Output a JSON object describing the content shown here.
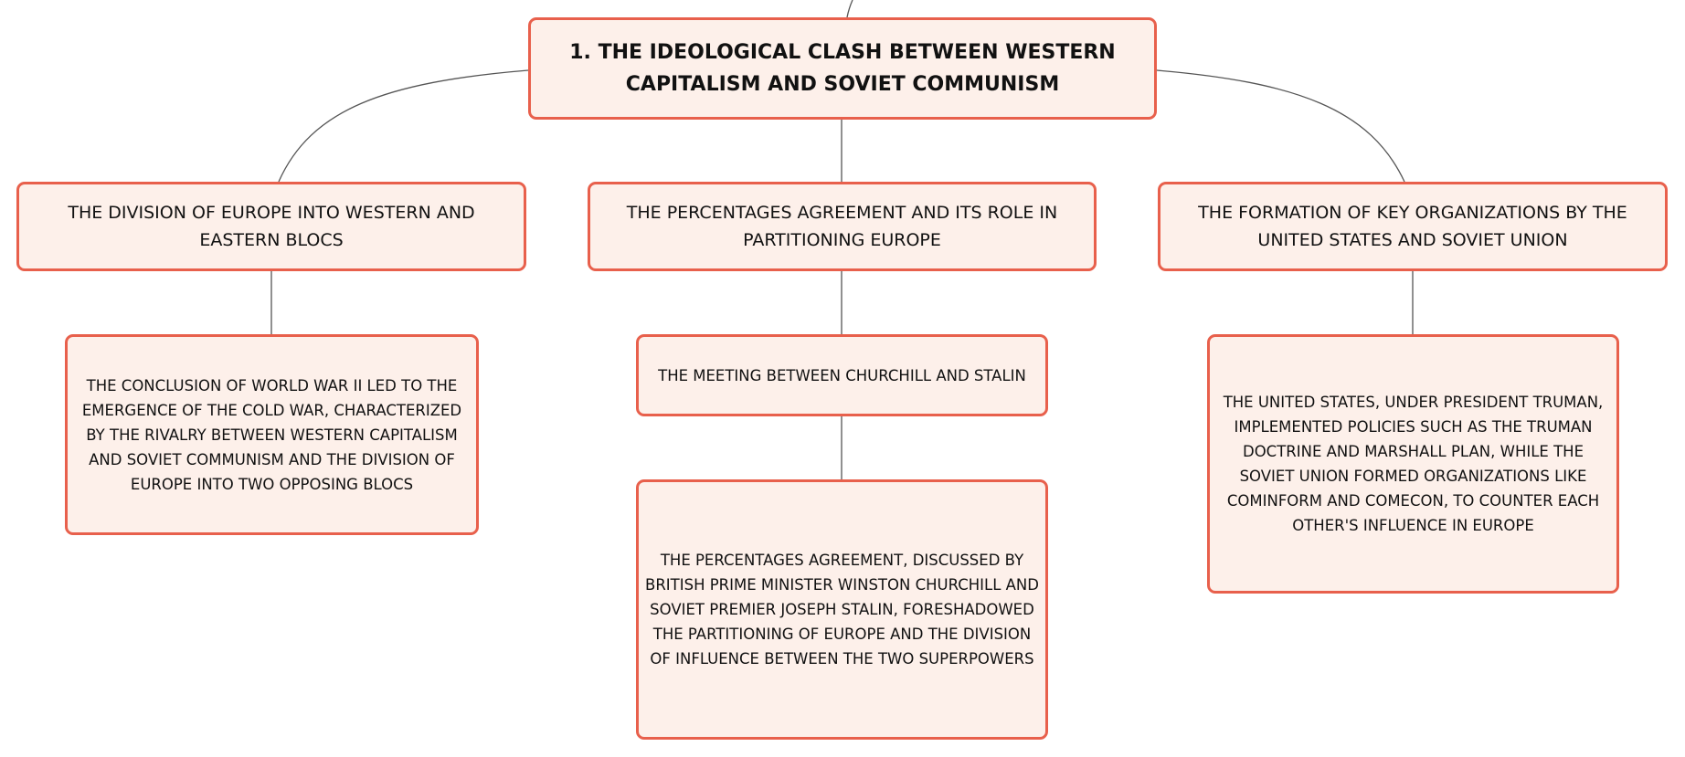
{
  "mindmap": {
    "root": {
      "label": "1. THE IDEOLOGICAL CLASH BETWEEN WESTERN CAPITALISM AND SOVIET COMMUNISM"
    },
    "topics": [
      {
        "label": "THE DIVISION OF EUROPE INTO WESTERN AND EASTERN BLOCS",
        "children": [
          {
            "label": "THE CONCLUSION OF WORLD WAR II LED TO THE EMERGENCE OF THE COLD WAR, CHARACTERIZED BY THE RIVALRY BETWEEN WESTERN CAPITALISM AND SOVIET COMMUNISM AND THE DIVISION OF EUROPE INTO TWO OPPOSING BLOCS"
          }
        ]
      },
      {
        "label": "THE PERCENTAGES AGREEMENT AND ITS ROLE IN PARTITIONING EUROPE",
        "children": [
          {
            "label": "THE MEETING BETWEEN CHURCHILL AND STALIN",
            "children": [
              {
                "label": "THE PERCENTAGES AGREEMENT, DISCUSSED BY BRITISH PRIME MINISTER WINSTON CHURCHILL AND SOVIET PREMIER JOSEPH STALIN, FORESHADOWED THE PARTITIONING OF EUROPE AND THE DIVISION OF INFLUENCE BETWEEN THE TWO SUPERPOWERS"
              }
            ]
          }
        ]
      },
      {
        "label": "THE FORMATION OF KEY ORGANIZATIONS BY THE UNITED STATES AND SOVIET UNION",
        "children": [
          {
            "label": "THE UNITED STATES, UNDER PRESIDENT TRUMAN, IMPLEMENTED POLICIES SUCH AS THE TRUMAN DOCTRINE AND MARSHALL PLAN, WHILE THE SOVIET UNION FORMED ORGANIZATIONS LIKE COMINFORM AND COMECON, TO COUNTER EACH OTHER'S INFLUENCE IN EUROPE"
          }
        ]
      }
    ]
  },
  "colors": {
    "node_fill": "#fdf0ea",
    "node_border": "#e8604c",
    "connector": "#555555",
    "text": "#111111"
  }
}
